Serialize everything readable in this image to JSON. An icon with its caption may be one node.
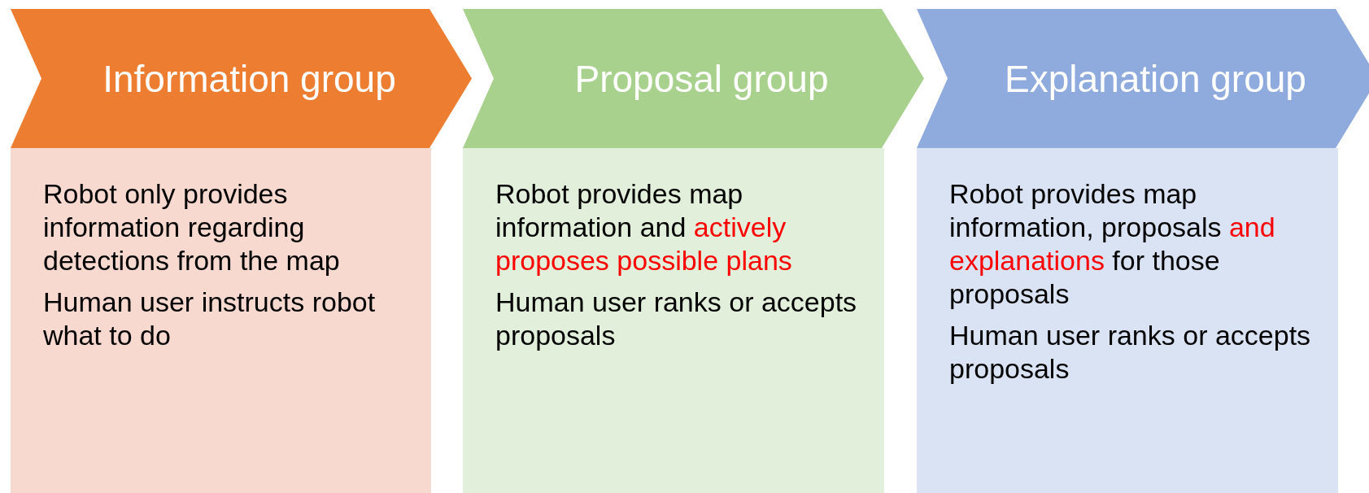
{
  "diagram": {
    "nodes": [
      {
        "text": [
          "Information group"
        ]
      },
      {
        "text": [
          "Proposal group"
        ]
      },
      {
        "text": [
          "Explanation group"
        ]
      },
      {
        "text": [
          "Robot only provides information regarding detections from the map",
          "Human user instructs robot what to do"
        ]
      },
      {
        "text": [
          "Robot provides map information and *actively proposes possible plans*",
          "Human user ranks or accepts proposals"
        ]
      },
      {
        "text": [
          "Robot provides map information, proposals *and explanations* for those proposals",
          "Human user ranks or accepts proposals"
        ]
      }
    ]
  }
}
